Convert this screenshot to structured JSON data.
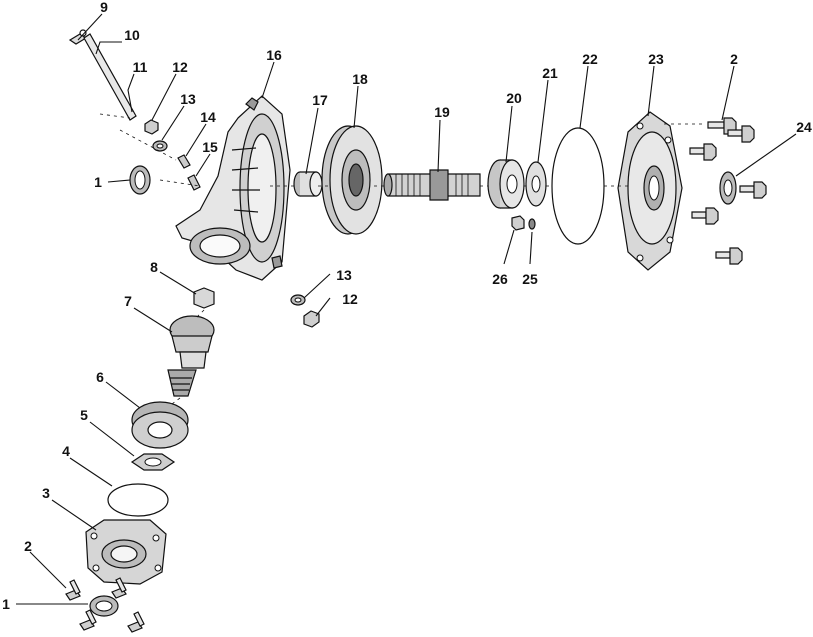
{
  "diagram": {
    "type": "exploded-parts-diagram",
    "callouts": [
      "1",
      "2",
      "3",
      "4",
      "5",
      "6",
      "7",
      "8",
      "9",
      "10",
      "11",
      "12",
      "13",
      "14",
      "15",
      "16",
      "17",
      "18",
      "19",
      "20",
      "21",
      "22",
      "23",
      "24",
      "25",
      "26"
    ]
  }
}
